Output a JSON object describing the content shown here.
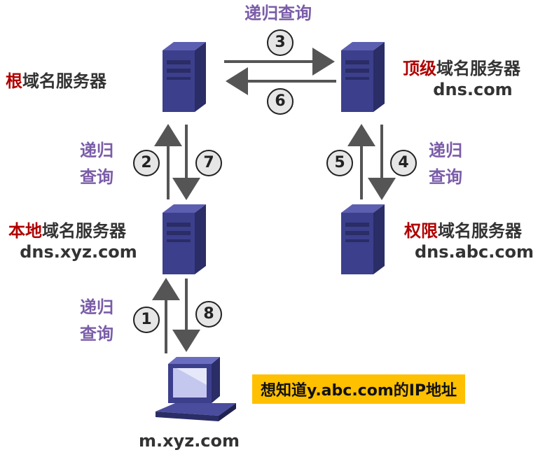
{
  "query_labels": {
    "top": "递归查询",
    "root_local_line1": "递归",
    "root_local_line2": "查询",
    "tld_auth_line1": "递归",
    "tld_auth_line2": "查询",
    "local_client_line1": "递归",
    "local_client_line2": "查询"
  },
  "steps": {
    "s1": "1",
    "s2": "2",
    "s3": "3",
    "s4": "4",
    "s5": "5",
    "s6": "6",
    "s7": "7",
    "s8": "8"
  },
  "servers": {
    "root": {
      "highlight": "根",
      "rest": "域名服务器"
    },
    "tld": {
      "highlight": "顶级",
      "rest": "域名服务器",
      "host": "dns.com"
    },
    "local": {
      "highlight": "本地",
      "rest": "域名服务器",
      "host": "dns.xyz.com"
    },
    "auth": {
      "highlight": "权限",
      "rest": "域名服务器",
      "host": "dns.abc.com"
    }
  },
  "client": {
    "host": "m.xyz.com"
  },
  "note": "想知道y.abc.com的IP地址",
  "colors": {
    "highlight": "#b00000",
    "query": "#7a5ca8",
    "note_bg": "#ffc000",
    "arrow": "#555555"
  }
}
